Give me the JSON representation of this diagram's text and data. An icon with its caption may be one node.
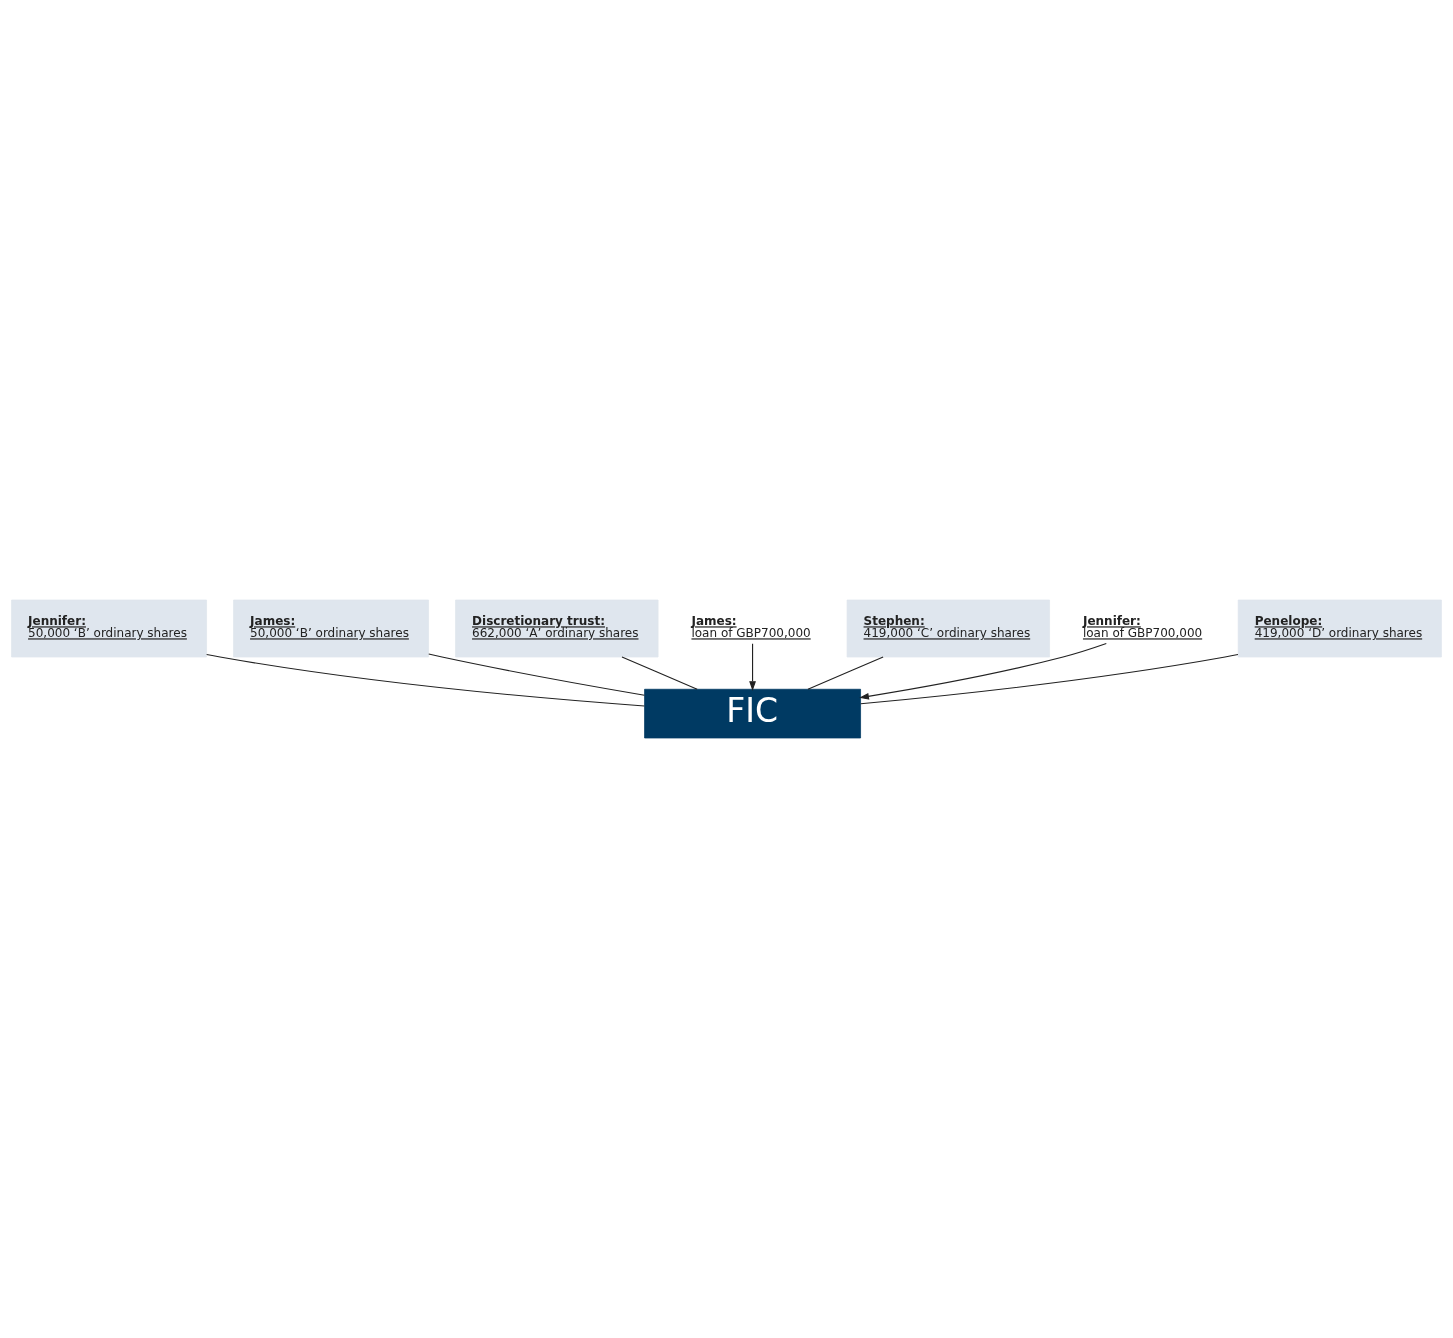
{
  "diagram": {
    "nodes": [
      {
        "text": [
          "Jennifer:",
          "50,000 ‘B’ ordinary shares"
        ]
      },
      {
        "text": [
          "James:",
          "50,000 ‘B’ ordinary shares"
        ]
      },
      {
        "text": [
          "Discretionary trust:",
          "662,000 ‘A’ ordinary shares"
        ]
      },
      {
        "text": [
          "James:",
          "loan of GBP700,000"
        ]
      },
      {
        "text": [
          "Stephen:",
          "419,000 ‘C’ ordinary shares"
        ]
      },
      {
        "text": [
          "Jennifer:",
          "loan of GBP700,000"
        ]
      },
      {
        "text": [
          "Penelope:",
          "419,000 ‘D’ ordinary shares"
        ]
      },
      {
        "text": [
          "FIC"
        ]
      }
    ],
    "edges": [
      {
        "from": 5,
        "to": 7,
        "arrow": "to"
      },
      {
        "from": 3,
        "to": 7,
        "arrow": "to"
      },
      {
        "from": 1,
        "to": 7,
        "arrow": "none"
      },
      {
        "from": 0,
        "to": 7,
        "arrow": "none"
      },
      {
        "from": 2,
        "to": 7,
        "arrow": "none"
      },
      {
        "from": 4,
        "to": 7,
        "arrow": "none"
      },
      {
        "from": 6,
        "to": 7,
        "arrow": "none"
      }
    ]
  }
}
